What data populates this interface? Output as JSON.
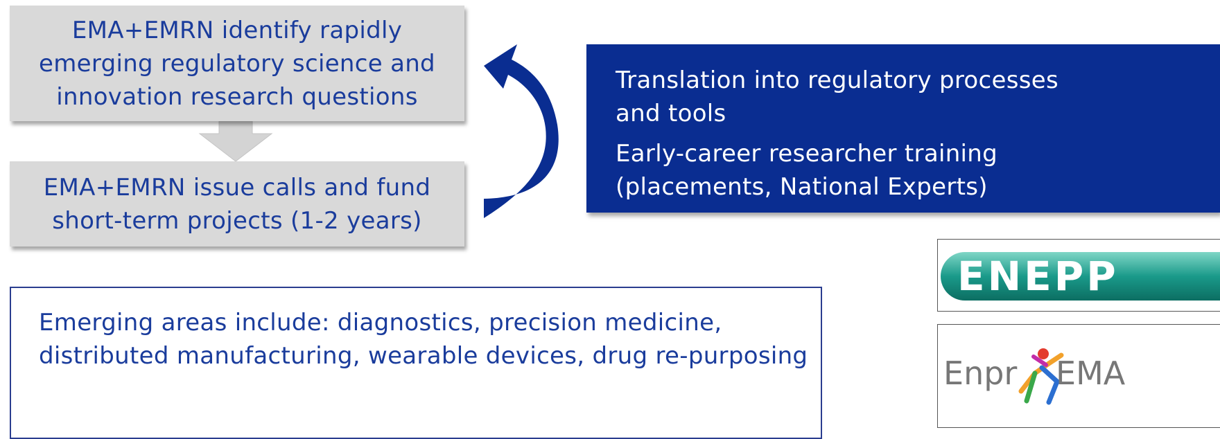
{
  "top_box": {
    "text": "EMA+EMRN identify rapidly\nemerging regulatory science and\ninnovation research questions"
  },
  "bottom_box": {
    "text": "EMA+EMRN issue calls and fund\nshort-term projects (1-2 years)"
  },
  "outcomes": {
    "line1": "Translation into regulatory  processes",
    "line2": "and tools",
    "line3": "Early-career researcher training",
    "line4": "(placements, National Experts)"
  },
  "emerging_areas": {
    "text": "Emerging areas include: diagnostics, precision medicine,\ndistributed manufacturing, wearable devices, drug re-purposing"
  },
  "logos": {
    "enepp": "ENEPP",
    "enprema": "EnprEMA"
  },
  "colors": {
    "gray_box": "#d9d9d9",
    "text_blue": "#1a3c9c",
    "blue_box": "#0a2d91",
    "arrow": "#0a2d91",
    "enepp_teal": "#1a9a8a"
  }
}
